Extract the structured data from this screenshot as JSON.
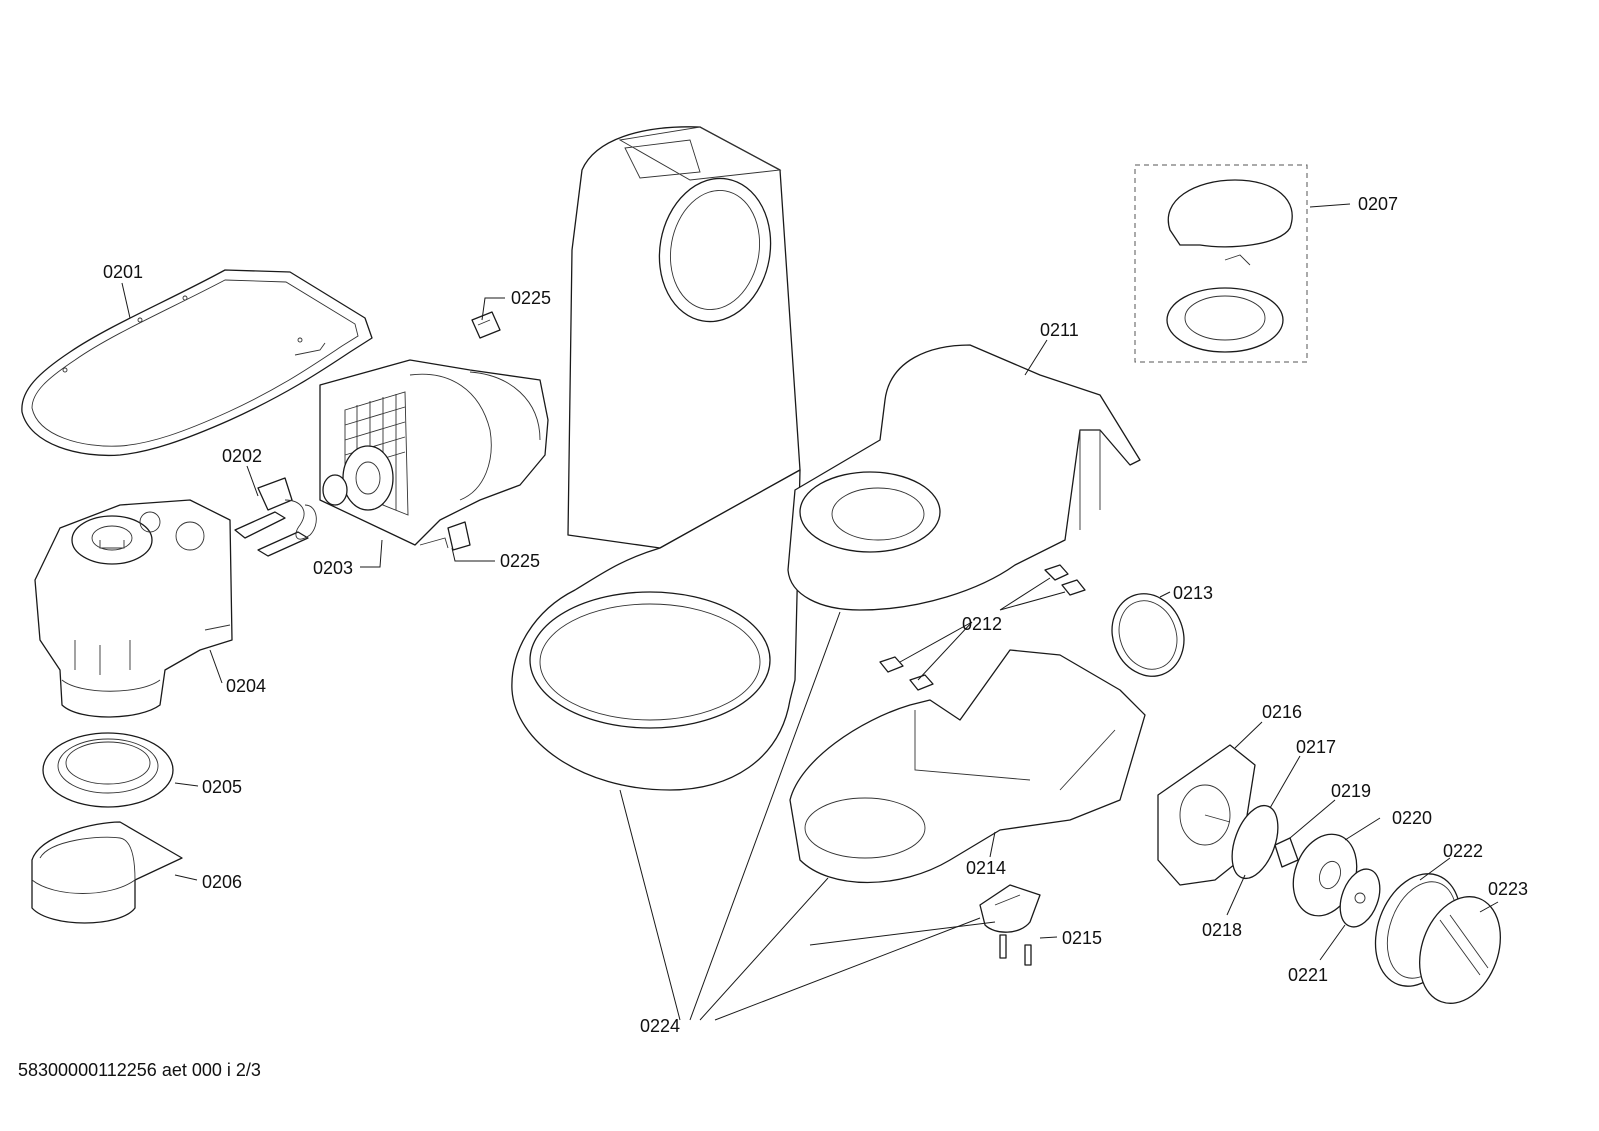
{
  "labels": {
    "p0201": "0201",
    "p0202": "0202",
    "p0203": "0203",
    "p0204": "0204",
    "p0205": "0205",
    "p0206": "0206",
    "p0207": "0207",
    "p0211": "0211",
    "p0212": "0212",
    "p0213": "0213",
    "p0214": "0214",
    "p0215": "0215",
    "p0216": "0216",
    "p0217": "0217",
    "p0218": "0218",
    "p0219": "0219",
    "p0220": "0220",
    "p0221": "0221",
    "p0222": "0222",
    "p0223": "0223",
    "p0224": "0224",
    "p0225a": "0225",
    "p0225b": "0225"
  },
  "footer": "58300000112256 aet 000 i 2/3"
}
